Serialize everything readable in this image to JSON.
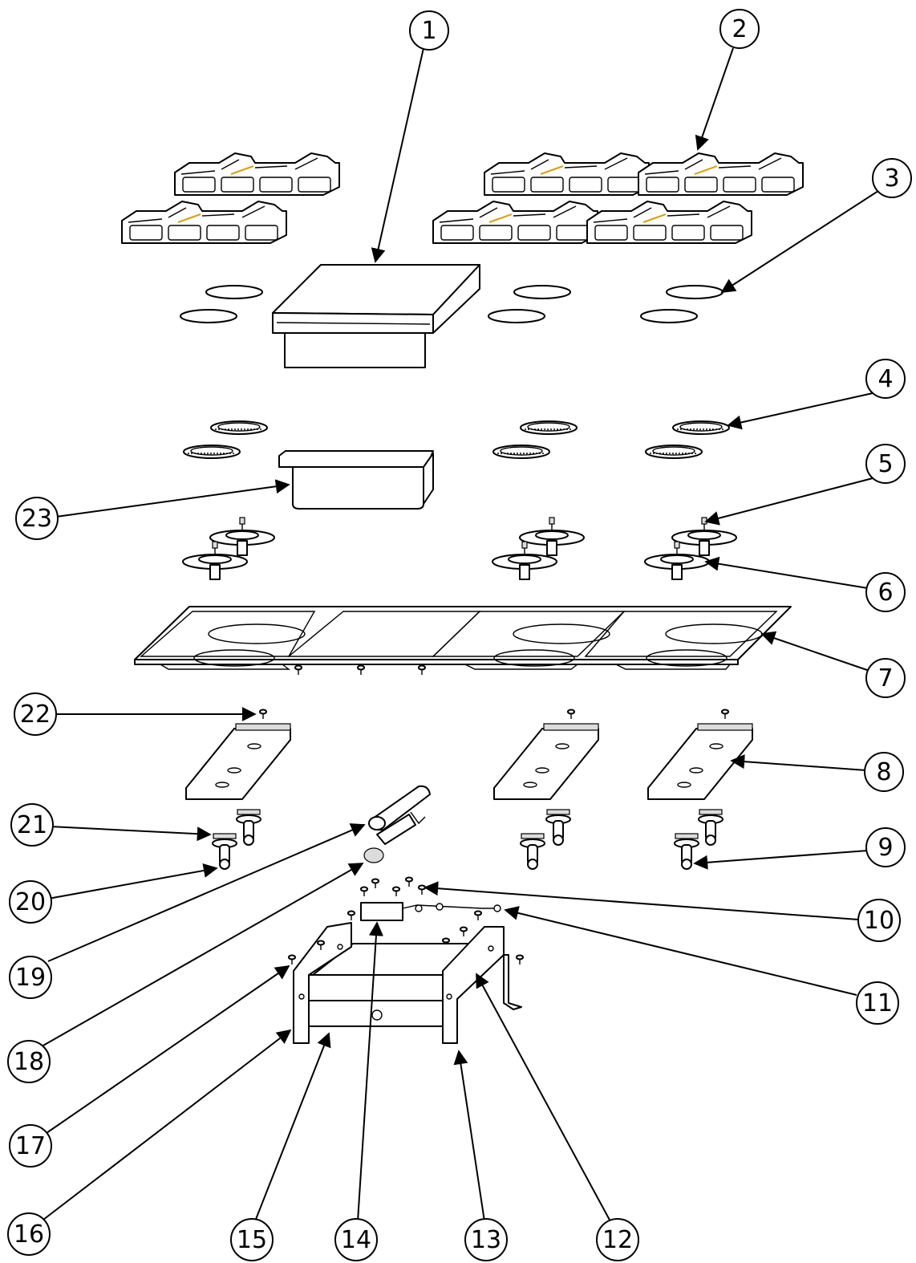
{
  "diagram": {
    "type": "exploded-parts-view",
    "callouts": [
      {
        "id": "1",
        "label": "1"
      },
      {
        "id": "2",
        "label": "2"
      },
      {
        "id": "3",
        "label": "3"
      },
      {
        "id": "4",
        "label": "4"
      },
      {
        "id": "5",
        "label": "5"
      },
      {
        "id": "6",
        "label": "6"
      },
      {
        "id": "7",
        "label": "7"
      },
      {
        "id": "8",
        "label": "8"
      },
      {
        "id": "9",
        "label": "9"
      },
      {
        "id": "10",
        "label": "10"
      },
      {
        "id": "11",
        "label": "11"
      },
      {
        "id": "12",
        "label": "12"
      },
      {
        "id": "13",
        "label": "13"
      },
      {
        "id": "14",
        "label": "14"
      },
      {
        "id": "15",
        "label": "15"
      },
      {
        "id": "16",
        "label": "16"
      },
      {
        "id": "17",
        "label": "17"
      },
      {
        "id": "18",
        "label": "18"
      },
      {
        "id": "19",
        "label": "19"
      },
      {
        "id": "20",
        "label": "20"
      },
      {
        "id": "21",
        "label": "21"
      },
      {
        "id": "22",
        "label": "22"
      },
      {
        "id": "23",
        "label": "23"
      }
    ],
    "colors": {
      "line": "#000000",
      "background": "#ffffff",
      "grate_accent": "#d4a017"
    }
  }
}
